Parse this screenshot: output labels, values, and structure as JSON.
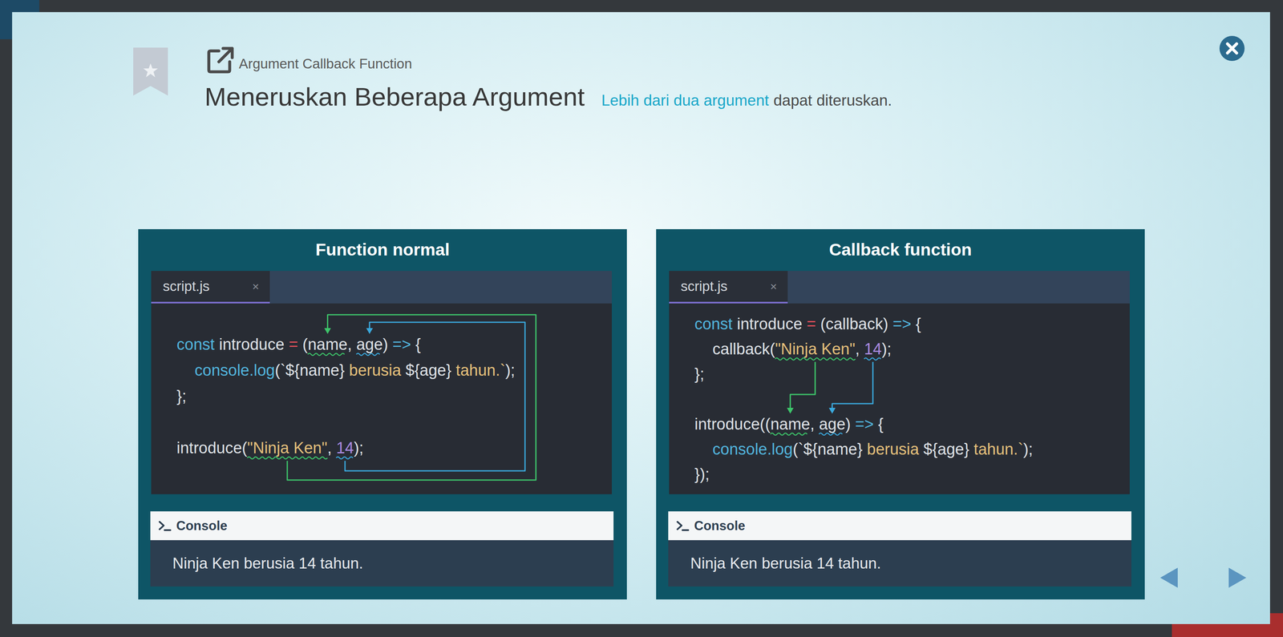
{
  "diagram": {
    "title": "Meneruskan Beberapa Argument",
    "nodes": [
      {
        "text": [
          "Function normal"
        ]
      },
      {
        "text": [
          "script.js",
          "×"
        ],
        "in": 0
      },
      {
        "text": [
          "Console",
          "Ninja Ken berusia 14 tahun."
        ],
        "in": 0
      },
      {
        "text": [
          "Callback function"
        ]
      },
      {
        "text": [
          "script.js",
          "×"
        ],
        "in": 3
      },
      {
        "text": [
          "Console",
          "Ninja Ken berusia 14 tahun."
        ],
        "in": 3
      }
    ],
    "labels": [
      "Argument Callback Function",
      "Lebih dari dua argument",
      "dapat diteruskan.",
      "const",
      "introduce",
      "=",
      "(",
      "name",
      ",",
      "age",
      ")",
      "=>",
      "{",
      "console.log",
      "(`${name}",
      "berusia",
      "${age}",
      "tahun.`",
      ");",
      "};",
      "introduce",
      "(",
      "\"Ninja Ken\"",
      ",",
      "14",
      ");",
      "const",
      "introduce",
      "=",
      "(callback)",
      "=>",
      "{",
      "callback(",
      "\"Ninja Ken\"",
      ",",
      "14",
      ");",
      "};",
      "introduce((",
      "name",
      ",",
      "age",
      ")",
      "=>",
      "{",
      "console.log",
      "(`${name}",
      "berusia",
      "${age}",
      "tahun.`",
      ");",
      "});"
    ]
  }
}
